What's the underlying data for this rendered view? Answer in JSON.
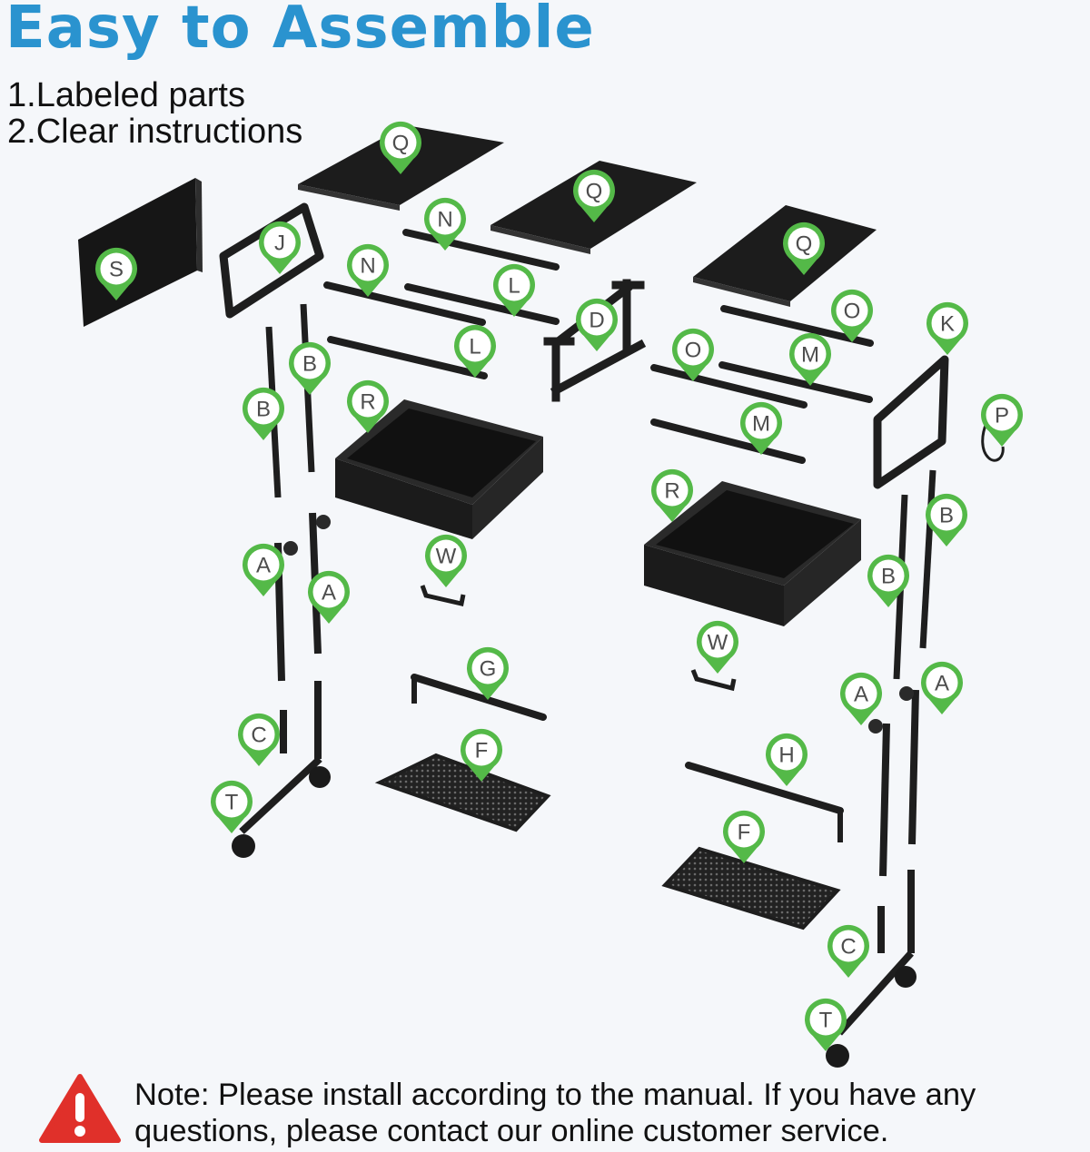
{
  "title": "Easy to Assemble",
  "features": [
    "1.Labeled parts",
    "2.Clear instructions"
  ],
  "colors": {
    "title": "#2a93cf",
    "label_pin": "#54b948",
    "part": "#1e1e1e",
    "warning": "#e0302a"
  },
  "part_labels": {
    "q1": "Q",
    "q2": "Q",
    "q3": "Q",
    "n1": "N",
    "n2": "N",
    "l1": "L",
    "l2": "L",
    "j": "J",
    "s": "S",
    "d": "D",
    "o1": "O",
    "o2": "O",
    "m1": "M",
    "m2": "M",
    "k": "K",
    "p": "P",
    "r1": "R",
    "r2": "R",
    "b1": "B",
    "b2": "B",
    "b3": "B",
    "b4": "B",
    "a1": "A",
    "a2": "A",
    "a3": "A",
    "a4": "A",
    "w1": "W",
    "w2": "W",
    "g": "G",
    "h": "H",
    "f1": "F",
    "f2": "F",
    "c1": "C",
    "c2": "C",
    "t1": "T",
    "t2": "T"
  },
  "note": "Note: Please install according to the manual. If you have any questions, please contact our online customer service.",
  "icons": {
    "warning": "warning-triangle-icon",
    "pin": "map-pin-icon"
  }
}
